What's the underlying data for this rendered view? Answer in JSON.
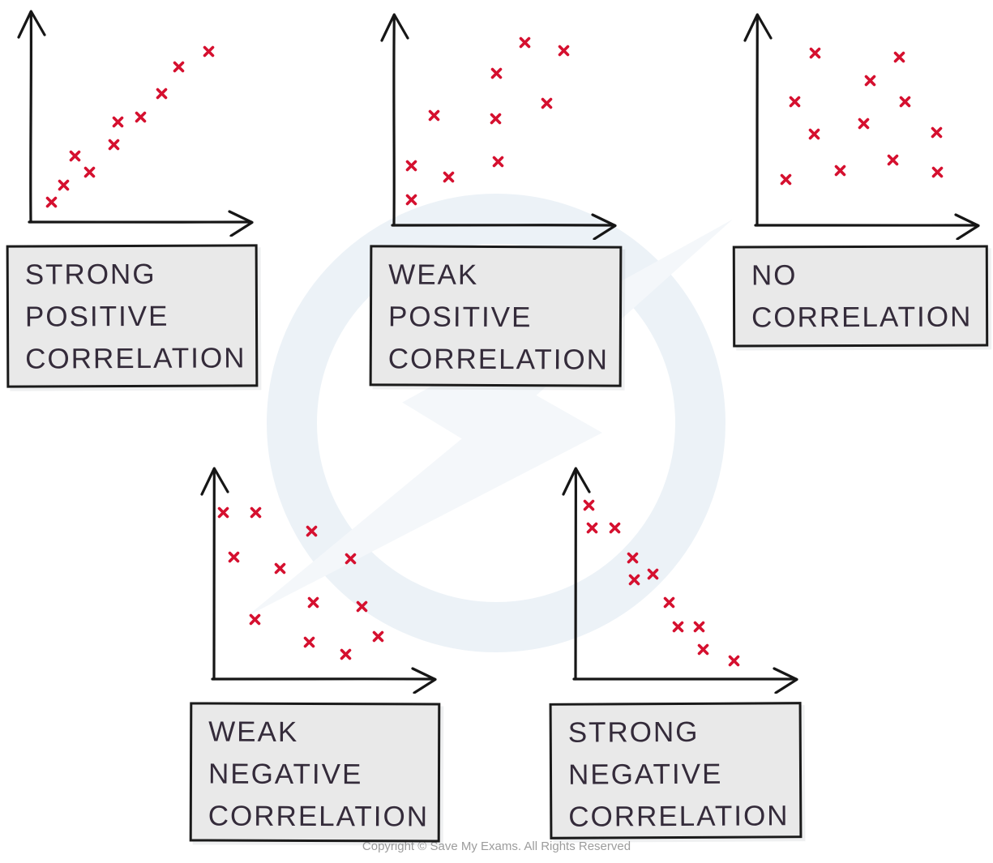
{
  "palette": {
    "marker_color": "#d5102f",
    "axis_color": "#161616",
    "label_box_background": "#e9e9e9",
    "label_box_border": "#1a1a1a",
    "label_text_color": "#342b3a",
    "footer_text_color": "#9c9c9c",
    "watermark_ring_color": "#ecf2f7",
    "watermark_bolt_color": "#f4f7fa"
  },
  "footer": {
    "copyright": "Copyright © Save My Exams. All Rights Reserved"
  },
  "watermark": {
    "name": "save-my-exams-lightning-bolt-logo"
  },
  "chart_data": [
    {
      "id": "strong-positive",
      "type": "scatter",
      "title": "STRONG POSITIVE CORRELATION",
      "label_lines": [
        "STRONG",
        "POSITIVE",
        "CORRELATION"
      ],
      "marker": "x",
      "axis_ticks": "none",
      "x_range": [
        0,
        1
      ],
      "y_range": [
        0,
        1
      ],
      "points": [
        [
          0.102,
          0.088
        ],
        [
          0.155,
          0.168
        ],
        [
          0.275,
          0.229
        ],
        [
          0.208,
          0.305
        ],
        [
          0.385,
          0.359
        ],
        [
          0.404,
          0.466
        ],
        [
          0.506,
          0.489
        ],
        [
          0.6,
          0.603
        ],
        [
          0.679,
          0.729
        ],
        [
          0.815,
          0.802
        ]
      ]
    },
    {
      "id": "weak-positive",
      "type": "scatter",
      "title": "WEAK POSITIVE CORRELATION",
      "label_lines": [
        "WEAK",
        "POSITIVE",
        "CORRELATION"
      ],
      "marker": "x",
      "axis_ticks": "none",
      "x_range": [
        0,
        1
      ],
      "y_range": [
        0,
        1
      ],
      "points": [
        [
          0.085,
          0.113
        ],
        [
          0.256,
          0.223
        ],
        [
          0.085,
          0.275
        ],
        [
          0.481,
          0.294
        ],
        [
          0.467,
          0.498
        ],
        [
          0.189,
          0.513
        ],
        [
          0.7,
          0.57
        ],
        [
          0.474,
          0.713
        ],
        [
          0.778,
          0.823
        ],
        [
          0.6,
          0.86
        ]
      ]
    },
    {
      "id": "no-correlation",
      "type": "scatter",
      "title": "NO CORRELATION",
      "label_lines": [
        "NO",
        "CORRELATION"
      ],
      "marker": "x",
      "axis_ticks": "none",
      "x_range": [
        0,
        1
      ],
      "y_range": [
        0,
        1
      ],
      "points": [
        [
          0.138,
          0.208
        ],
        [
          0.825,
          0.245
        ],
        [
          0.384,
          0.253
        ],
        [
          0.623,
          0.302
        ],
        [
          0.265,
          0.426
        ],
        [
          0.821,
          0.434
        ],
        [
          0.489,
          0.475
        ],
        [
          0.179,
          0.577
        ],
        [
          0.679,
          0.577
        ],
        [
          0.519,
          0.679
        ],
        [
          0.653,
          0.792
        ],
        [
          0.272,
          0.808
        ]
      ]
    },
    {
      "id": "weak-negative",
      "type": "scatter",
      "title": "WEAK NEGATIVE CORRELATION",
      "label_lines": [
        "WEAK",
        "NEGATIVE",
        "CORRELATION"
      ],
      "marker": "x",
      "axis_ticks": "none",
      "x_range": [
        0,
        1
      ],
      "y_range": [
        0,
        1
      ],
      "points": [
        [
          0.604,
          0.108
        ],
        [
          0.44,
          0.167
        ],
        [
          0.751,
          0.193
        ],
        [
          0.194,
          0.275
        ],
        [
          0.678,
          0.338
        ],
        [
          0.458,
          0.357
        ],
        [
          0.308,
          0.517
        ],
        [
          0.626,
          0.565
        ],
        [
          0.099,
          0.572
        ],
        [
          0.451,
          0.695
        ],
        [
          0.198,
          0.781
        ],
        [
          0.051,
          0.784
        ]
      ]
    },
    {
      "id": "strong-negative",
      "type": "scatter",
      "title": "STRONG NEGATIVE CORRELATION",
      "label_lines": [
        "STRONG",
        "NEGATIVE",
        "CORRELATION"
      ],
      "marker": "x",
      "axis_ticks": "none",
      "x_range": [
        0,
        1
      ],
      "y_range": [
        0,
        1
      ],
      "points": [
        [
          0.726,
          0.078
        ],
        [
          0.588,
          0.134
        ],
        [
          0.473,
          0.242
        ],
        [
          0.567,
          0.242
        ],
        [
          0.433,
          0.357
        ],
        [
          0.274,
          0.465
        ],
        [
          0.357,
          0.491
        ],
        [
          0.267,
          0.569
        ],
        [
          0.083,
          0.71
        ],
        [
          0.184,
          0.71
        ],
        [
          0.069,
          0.818
        ]
      ]
    }
  ]
}
